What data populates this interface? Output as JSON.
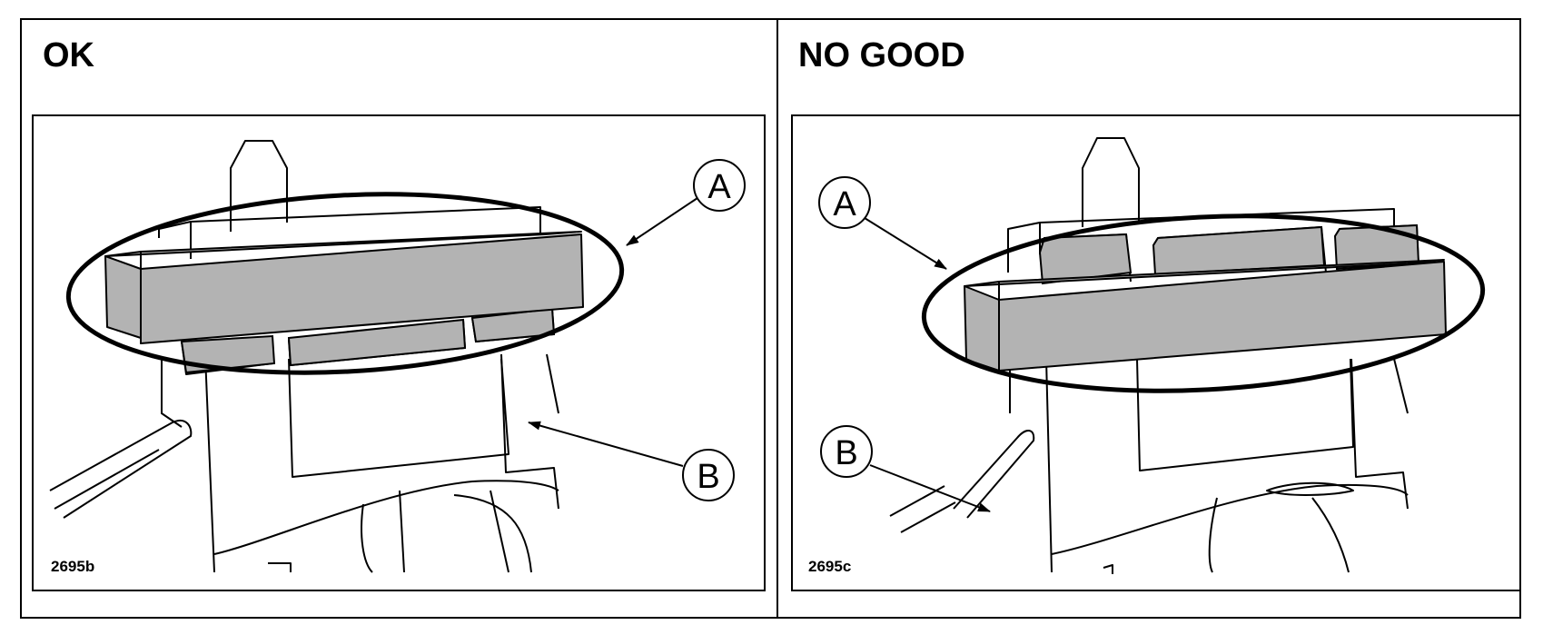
{
  "panels": [
    {
      "heading": "OK",
      "figure_id": "2695b",
      "callouts": {
        "a": "A",
        "b": "B"
      }
    },
    {
      "heading": "NO GOOD",
      "figure_id": "2695c",
      "callouts": {
        "a": "A",
        "b": "B"
      }
    }
  ],
  "colors": {
    "line": "#000000",
    "shade": "#b3b3b3",
    "background": "#ffffff"
  }
}
